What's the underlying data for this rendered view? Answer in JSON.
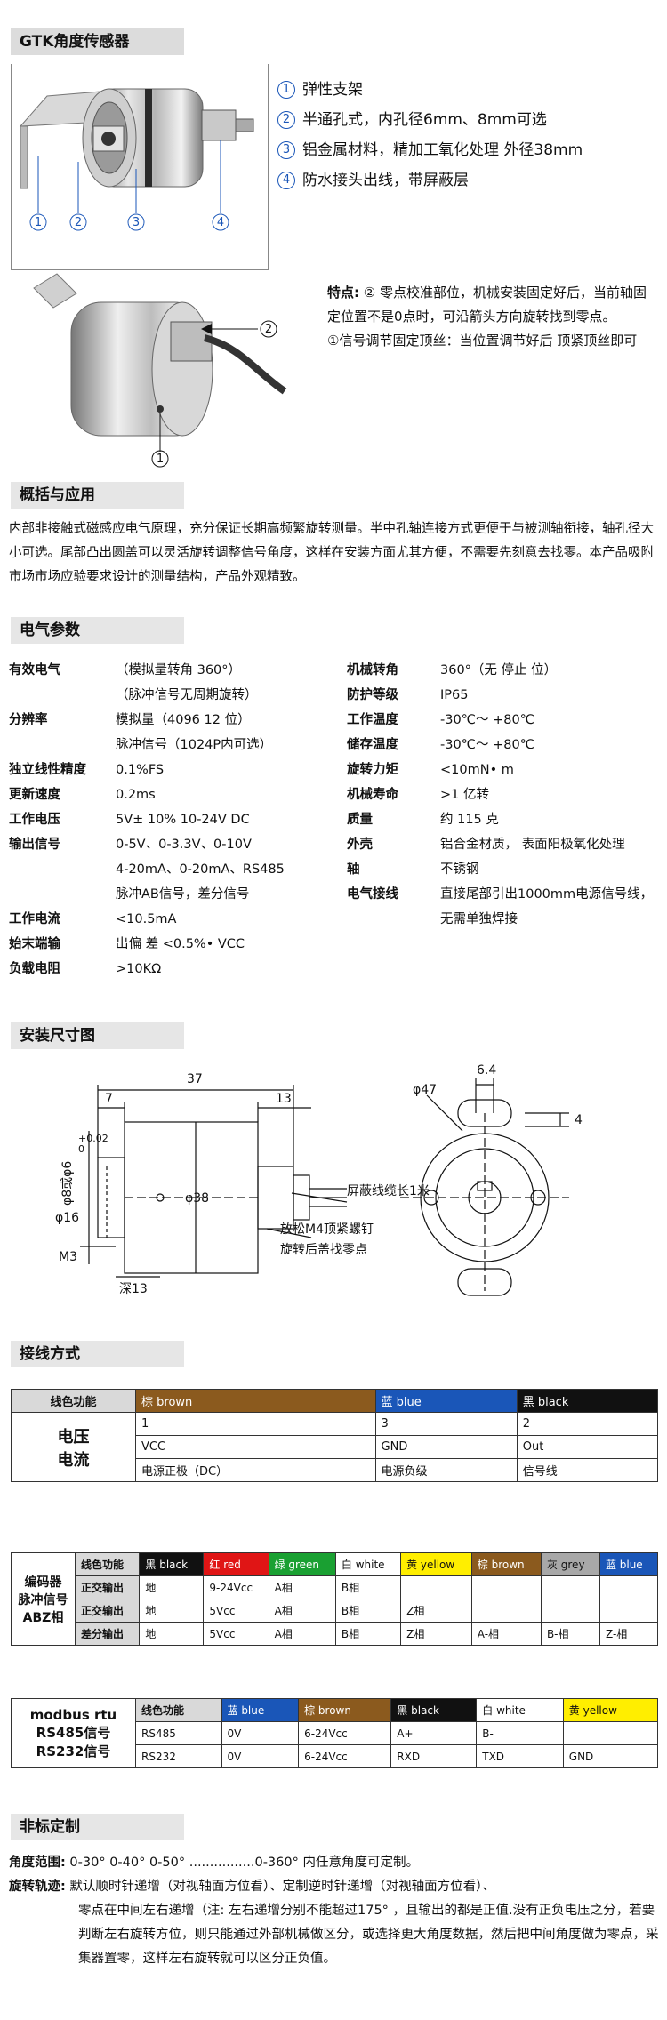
{
  "title": "GTK角度传感器",
  "features": [
    {
      "num": "1",
      "text": "弹性支架"
    },
    {
      "num": "2",
      "text": "半通孔式，内孔径6mm、8mm可选"
    },
    {
      "num": "3",
      "text": "铝金属材料，精加工氧化处理 外径38mm"
    },
    {
      "num": "4",
      "text": "防水接头出线，带屏蔽层"
    }
  ],
  "photo_callouts": [
    "1",
    "2",
    "3",
    "4"
  ],
  "photo2_callouts": [
    "2",
    "1"
  ],
  "note": {
    "label": "特点:",
    "line1": "② 零点校准部位，机械安装固定好后，当前轴固定位置不是0点时，可沿箭头方向旋转找到零点。",
    "line2": "①信号调节固定顶丝：当位置调节好后 顶紧顶丝即可"
  },
  "sections": {
    "overview": "概括与应用",
    "electrical": "电气参数",
    "install": "安装尺寸图",
    "wiring": "接线方式",
    "custom": "非标定制"
  },
  "overview_text": "内部非接触式磁感应电气原理，充分保证长期高频繁旋转测量。半中孔轴连接方式更便于与被测轴衔接，轴孔径大小可选。尾部凸出圆盖可以灵活旋转调整信号角度，这样在安装方面尤其方便，不需要先刻意去找零。本产品吸附市场市场应验要求设计的测量结构，产品外观精致。",
  "elec_left": [
    {
      "label": "有效电气",
      "lines": [
        "（模拟量转角 360°）",
        "（脉冲信号无周期旋转）"
      ]
    },
    {
      "label": "分辨率",
      "lines": [
        "模拟量（4096  12 位）",
        "脉冲信号（1024P内可选）"
      ]
    },
    {
      "label": "独立线性精度",
      "lines": [
        "0.1%FS"
      ]
    },
    {
      "label": "更新速度",
      "lines": [
        "0.2ms"
      ]
    },
    {
      "label": "工作电压",
      "lines": [
        "5V± 10%   10-24V DC"
      ]
    },
    {
      "label": "输出信号",
      "lines": [
        "0-5V、0-3.3V、0-10V",
        "4-20mA、0-20mA、RS485",
        "脉冲AB信号，差分信号"
      ]
    },
    {
      "label": "工作电流",
      "lines": [
        "<10.5mA"
      ]
    },
    {
      "label": "始末端输",
      "lines": [
        "出偏 差 <0.5%• VCC"
      ]
    },
    {
      "label": "负载电阻",
      "lines": [
        ">10KΩ"
      ]
    }
  ],
  "elec_right": [
    {
      "label": "机械转角",
      "lines": [
        "360°（无 停止 位）"
      ]
    },
    {
      "label": "防护等级",
      "lines": [
        "IP65"
      ]
    },
    {
      "label": "工作温度",
      "lines": [
        "-30℃～ +80℃"
      ]
    },
    {
      "label": "储存温度",
      "lines": [
        "-30℃～ +80℃"
      ]
    },
    {
      "label": "旋转力矩",
      "lines": [
        "<10mN• m"
      ]
    },
    {
      "label": "机械寿命",
      "lines": [
        ">1 亿转"
      ]
    },
    {
      "label": "质量",
      "lines": [
        "约 115 克"
      ]
    },
    {
      "label": "外壳",
      "lines": [
        "铝合金材质，  表面阳极氧化处理"
      ]
    },
    {
      "label": "轴",
      "lines": [
        "不锈钢"
      ]
    },
    {
      "label": "电气接线",
      "lines": [
        "直接尾部引出1000mm电源信号线，",
        "无需单独焊接"
      ]
    }
  ],
  "drawing": {
    "dim_37": "37",
    "dim_7": "7",
    "dim_13": "13",
    "dim_bore": "φ8或φ6",
    "dim_tol": "+0.02",
    "dim_tol0": "0",
    "dim_16": "φ16",
    "dim_38": "φ38",
    "dim_m3": "M3",
    "dim_depth": "深13",
    "dim_6_4": "6.4",
    "dim_47": "φ47",
    "dim_4": "4",
    "label_cable": "屏蔽线缆长1米",
    "label_screw1": "放松M4顶紧螺钉",
    "label_screw2": "旋转后盖找零点"
  },
  "analog_table": {
    "header": [
      "线色功能",
      "棕 brown",
      "蓝 blue",
      "黑 black"
    ],
    "row_title": [
      "电压",
      "电流"
    ],
    "pins": [
      "1",
      "3",
      "2"
    ],
    "signals": [
      "VCC",
      "GND",
      "Out"
    ],
    "desc": [
      "电源正极（DC）",
      "电源负级",
      "信号线"
    ]
  },
  "encoder_table": {
    "title": [
      "编码器",
      "脉冲信号",
      "ABZ相"
    ],
    "header": [
      "线色功能",
      "黑 black",
      "红 red",
      "绿 green",
      "白 white",
      "黄 yellow",
      "棕 brown",
      "灰 grey",
      "蓝 blue"
    ],
    "rows": [
      [
        "正交输出",
        "地",
        "9-24Vcc",
        "A相",
        "B相",
        "",
        "",
        "",
        ""
      ],
      [
        "正交输出",
        "地",
        "5Vcc",
        "A相",
        "B相",
        "Z相",
        "",
        "",
        ""
      ],
      [
        "差分输出",
        "地",
        "5Vcc",
        "A相",
        "B相",
        "Z相",
        "A-相",
        "B-相",
        "Z-相"
      ]
    ]
  },
  "modbus_table": {
    "title": [
      "modbus rtu",
      "RS485信号",
      "RS232信号"
    ],
    "header": [
      "线色功能",
      "蓝 blue",
      "棕 brown",
      "黑 black",
      "白 white",
      "黄 yellow"
    ],
    "rows": [
      [
        "RS485",
        "0V",
        "6-24Vcc",
        "A+",
        "B-",
        ""
      ],
      [
        "RS232",
        "0V",
        "6-24Vcc",
        "RXD",
        "TXD",
        "GND"
      ]
    ]
  },
  "custom": {
    "angle_label": "角度范围:",
    "angle_text": "0-30°  0-40°  0-50° ................0-360° 内任意角度可定制。",
    "rot_label": "旋转轨迹:",
    "rot_text": "默认顺时针递增（对视轴面方位看）、定制逆时针递增（对视轴面方位看）、",
    "rot_text2": "零点在中间左右递增（注: 左右递增分别不能超过175°  ，且输出的都是正值.没有正负电压之分，若要判断左右旋转方位，则只能通过外部机械做区分，或选择更大角度数据，然后把中间角度做为零点，采集器置零，这样左右旋转就可以区分正负值。"
  },
  "colors": {
    "brown": "#8b5a1e",
    "blue": "#1a56b8",
    "black": "#111111",
    "red": "#e01515",
    "green": "#1aa032",
    "yellow": "#ffee00",
    "grey": "#a8a8a8"
  }
}
